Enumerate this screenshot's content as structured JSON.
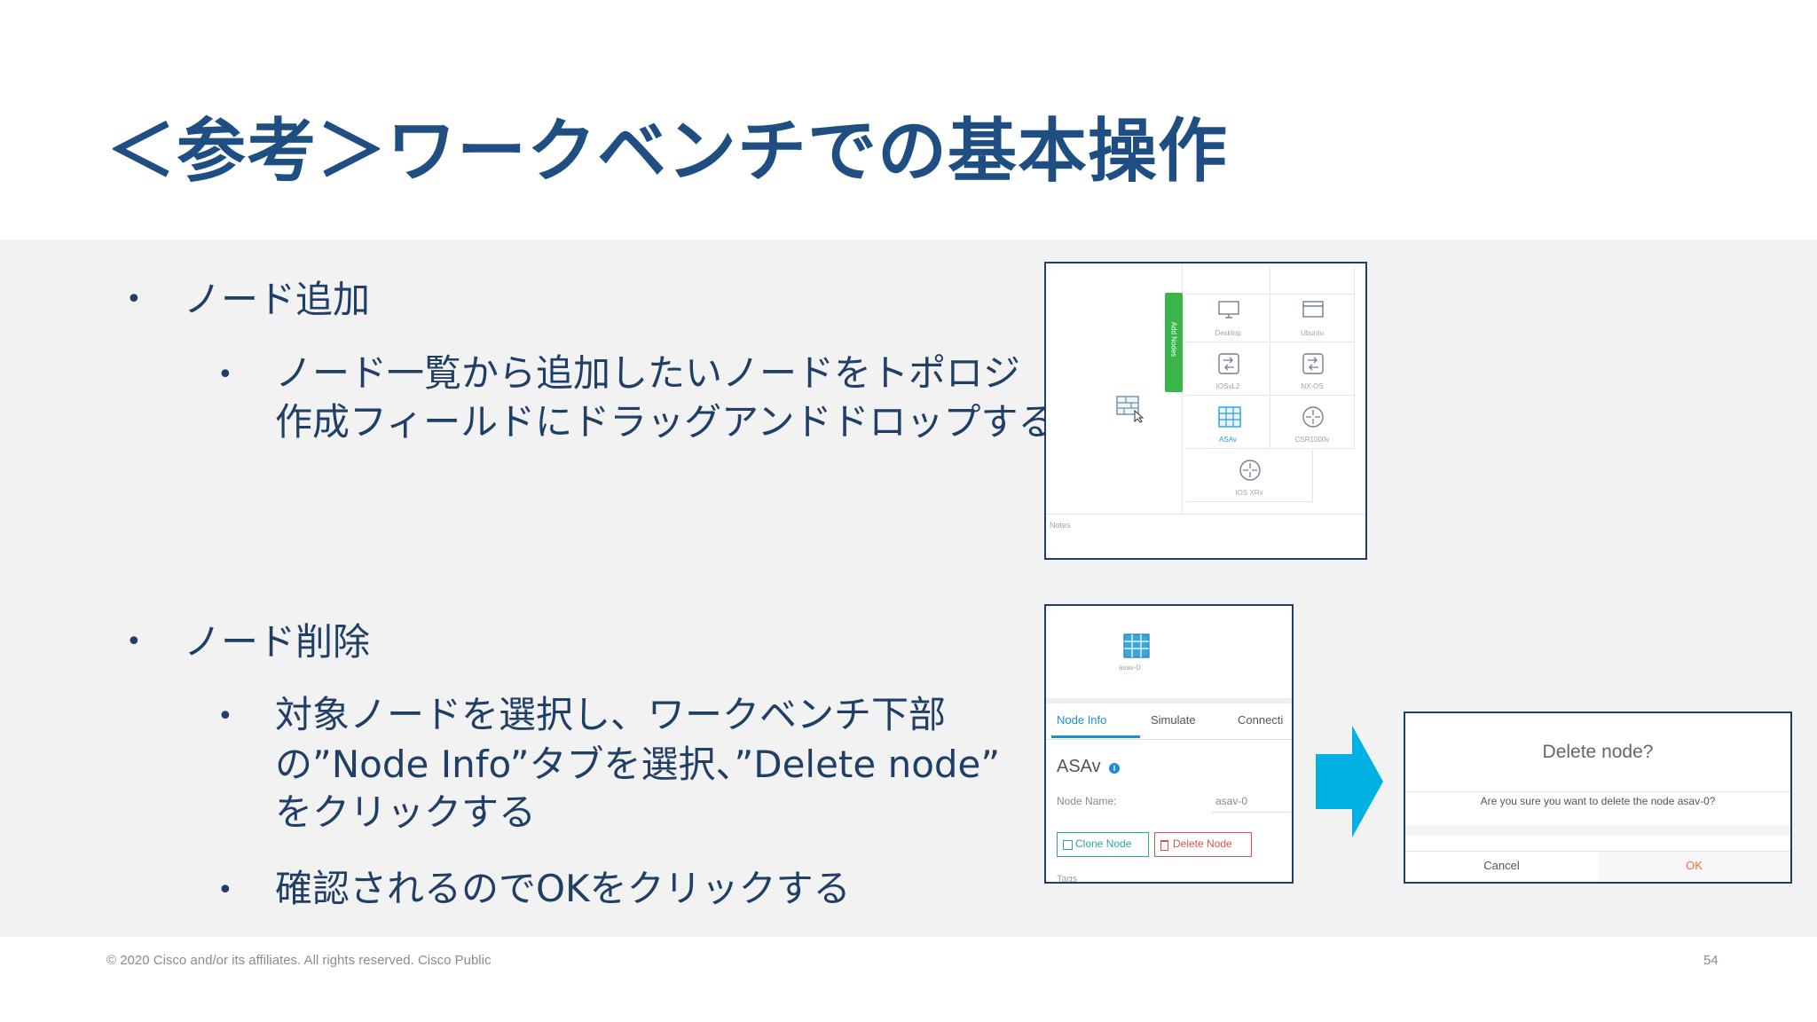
{
  "slide": {
    "title": "＜参考＞ワークベンチでの基本操作",
    "page_number": "54"
  },
  "sections": {
    "add": {
      "heading": "ノード追加",
      "sub_line1": "ノード一覧から追加したいノードをトポロジ",
      "sub_line2": "作成フィールドにドラッグアンドドロップする"
    },
    "delete": {
      "heading": "ノード削除",
      "sub_line1": "対象ノードを選択し、ワークベンチ下部",
      "sub_line2": "の”Node Info”タブを選択、”Delete node”",
      "sub_line3": "をクリックする",
      "sub2": "確認されるのでOKをクリックする"
    },
    "bullet_char": "•"
  },
  "screenshot_add": {
    "side_tab": "Add Nodes",
    "tiles": [
      {
        "label": "Desktop",
        "icon": "monitor-icon"
      },
      {
        "label": "Ubuntu",
        "icon": "window-icon"
      },
      {
        "label": "IOSvL2",
        "icon": "switch-icon"
      },
      {
        "label": "NX-OS",
        "icon": "switch-icon"
      },
      {
        "label": "ASAv",
        "icon": "firewall-icon"
      },
      {
        "label": "CSR1000v",
        "icon": "router-icon"
      },
      {
        "label": "IOS XRv",
        "icon": "router-icon"
      }
    ],
    "bottom_label": "Notes"
  },
  "screenshot_nodeinfo": {
    "node_label": "asav-0",
    "tabs": [
      "Node Info",
      "Simulate",
      "Connecti"
    ],
    "node_type": "ASAv",
    "field_label": "Node Name:",
    "field_value": "asav-0",
    "clone_button": "Clone Node",
    "delete_button": "Delete Node",
    "below_text": "Tags"
  },
  "dialog": {
    "title": "Delete node?",
    "message": "Are you sure you want to delete the node asav-0?",
    "cancel_label": "Cancel",
    "ok_label": "OK"
  },
  "footer": {
    "copyright": "© 2020  Cisco and/or its affiliates. All rights reserved.   Cisco Public"
  },
  "colors": {
    "title": "#1f4e82",
    "body_text": "#1f3f66",
    "arrow": "#00b2e3",
    "delete_red": "#d9534f",
    "tab_blue": "#1a8fd6",
    "add_tab_green": "#3ab54a"
  }
}
